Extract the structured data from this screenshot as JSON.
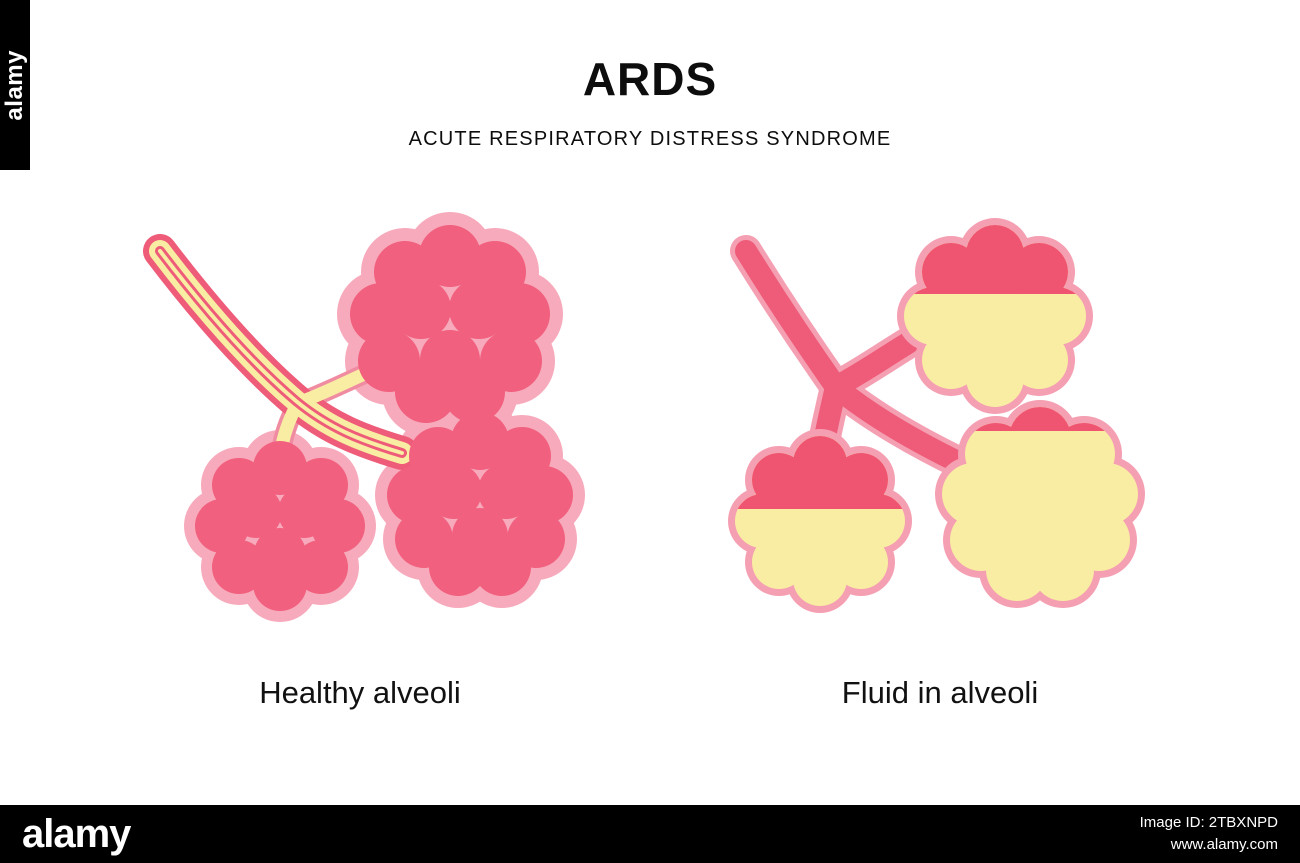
{
  "header": {
    "title": "ARDS",
    "subtitle": "ACUTE RESPIRATORY DISTRESS SYNDROME"
  },
  "diagram": {
    "left_label": "Healthy alveoli",
    "right_label": "Fluid in alveoli"
  },
  "watermark": {
    "brand": "alamy",
    "brand_vertical": "alamy",
    "image_id": "Image ID: 2TBXNPD",
    "website": "www.alamy.com"
  },
  "colors": {
    "alveoli_pink": "#f1607e",
    "halo_pink": "#f7aabb",
    "tube_wall_pink": "#ee5c79",
    "branch_outline_pink": "#f08ca2",
    "lumen_yellow": "#f9eca3",
    "cloud_outline_pink": "#f59fb2",
    "fluid_red": "#ef5570",
    "bar_black": "#000000",
    "text_black": "#111111",
    "background": "#ffffff"
  }
}
